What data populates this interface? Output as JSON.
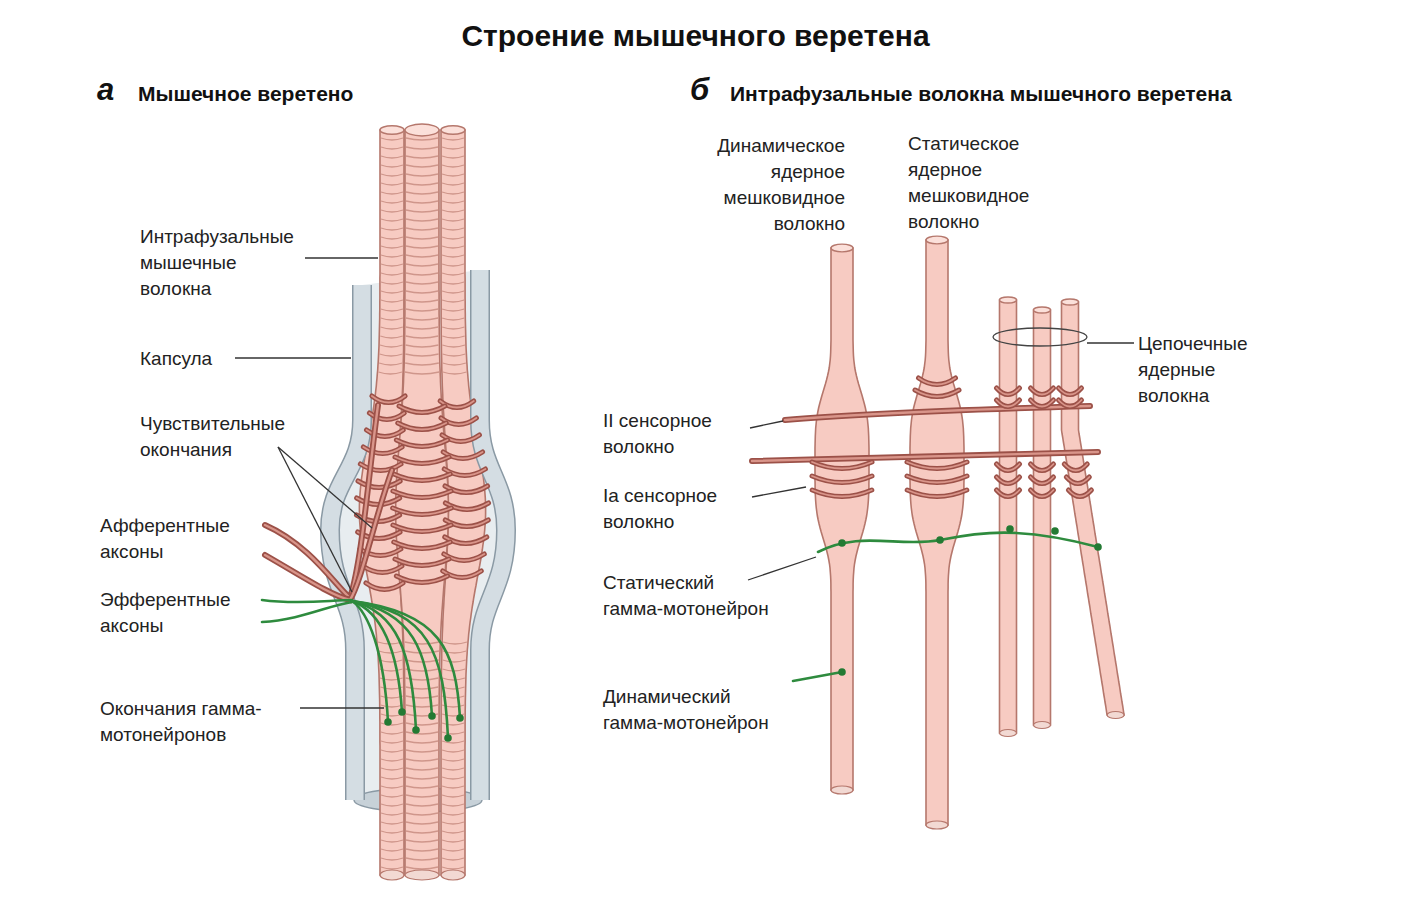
{
  "diagram": {
    "title": "Строение мышечного веретена",
    "labels": [
      "а",
      "Мышечное веретено",
      "б",
      "Интрафузальные волокна мышечного веретена",
      "Интрафузальные мышечные волокна",
      "Капсула",
      "Чувствительные окончания",
      "Афферентные аксоны",
      "Эфферентные аксоны",
      "Окончания гамма-мотонейронов",
      "Динамическое ядерное мешковидное волокно",
      "Статическое ядерное мешковидное волокно",
      "Цепочечные ядерные волокна",
      "II сенсорное волокно",
      "Ia сенсорное волокно",
      "Статический гамма-мотонейрон",
      "Динамический гамма-мотонейрон"
    ]
  }
}
